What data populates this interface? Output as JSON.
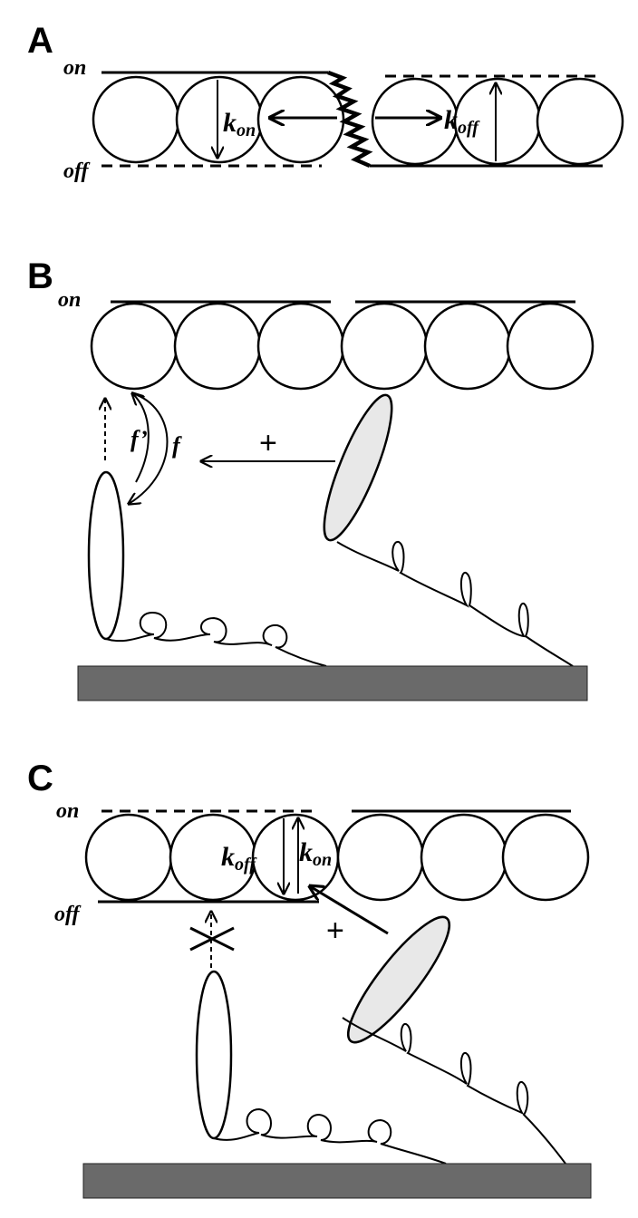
{
  "panels": [
    {
      "label": "A",
      "on_label": "on",
      "off_label": "off",
      "rate_left": {
        "k": "k",
        "sub": "on"
      },
      "rate_right": {
        "k": "k",
        "sub": "off"
      }
    },
    {
      "label": "B",
      "on_label": "on",
      "f_prime_label": "f’",
      "f_label": "f",
      "plus_label": "+"
    },
    {
      "label": "C",
      "on_label": "on",
      "off_label": "off",
      "rate_left": {
        "k": "k",
        "sub": "off"
      },
      "rate_right": {
        "k": "k",
        "sub": "on"
      },
      "plus_label": "+"
    }
  ]
}
